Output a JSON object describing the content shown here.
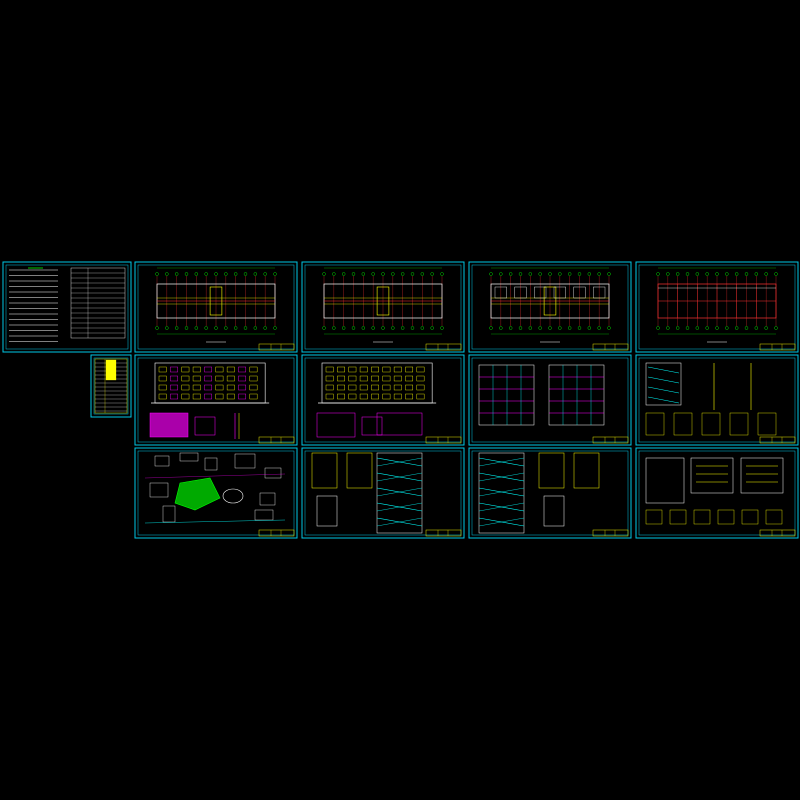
{
  "canvas": {
    "background": "#000000",
    "frame_color": "#00c8e6",
    "title_block_color": "#e6e600"
  },
  "colors": {
    "axis": "#ff3333",
    "grid": "#00ff00",
    "wall": "#ffff00",
    "accent": "#ff00ff",
    "line": "#ffffff",
    "detail": "#00ffff"
  },
  "sheets": [
    {
      "id": "design-notes",
      "kind": "notes",
      "row": 0,
      "col": -1
    },
    {
      "id": "drawing-index",
      "kind": "index",
      "row": 0,
      "col": -1
    },
    {
      "id": "plan-1",
      "kind": "plan",
      "row": 0,
      "col": 0
    },
    {
      "id": "plan-2",
      "kind": "plan",
      "row": 0,
      "col": 1
    },
    {
      "id": "plan-3",
      "kind": "plan-rooms",
      "row": 0,
      "col": 2
    },
    {
      "id": "plan-roof",
      "kind": "roof-plan",
      "row": 0,
      "col": 3
    },
    {
      "id": "elevation-front",
      "kind": "elevation",
      "row": 1,
      "col": 0
    },
    {
      "id": "elevation-back",
      "kind": "elevation-plain",
      "row": 1,
      "col": 1
    },
    {
      "id": "section",
      "kind": "section",
      "row": 1,
      "col": 2
    },
    {
      "id": "wall-details",
      "kind": "details",
      "row": 1,
      "col": 3
    },
    {
      "id": "site-plan",
      "kind": "site",
      "row": 2,
      "col": 0
    },
    {
      "id": "stair-1",
      "kind": "stair",
      "row": 2,
      "col": 1
    },
    {
      "id": "stair-2",
      "kind": "stair",
      "row": 2,
      "col": 2
    },
    {
      "id": "node-details",
      "kind": "nodes",
      "row": 2,
      "col": 3
    }
  ]
}
